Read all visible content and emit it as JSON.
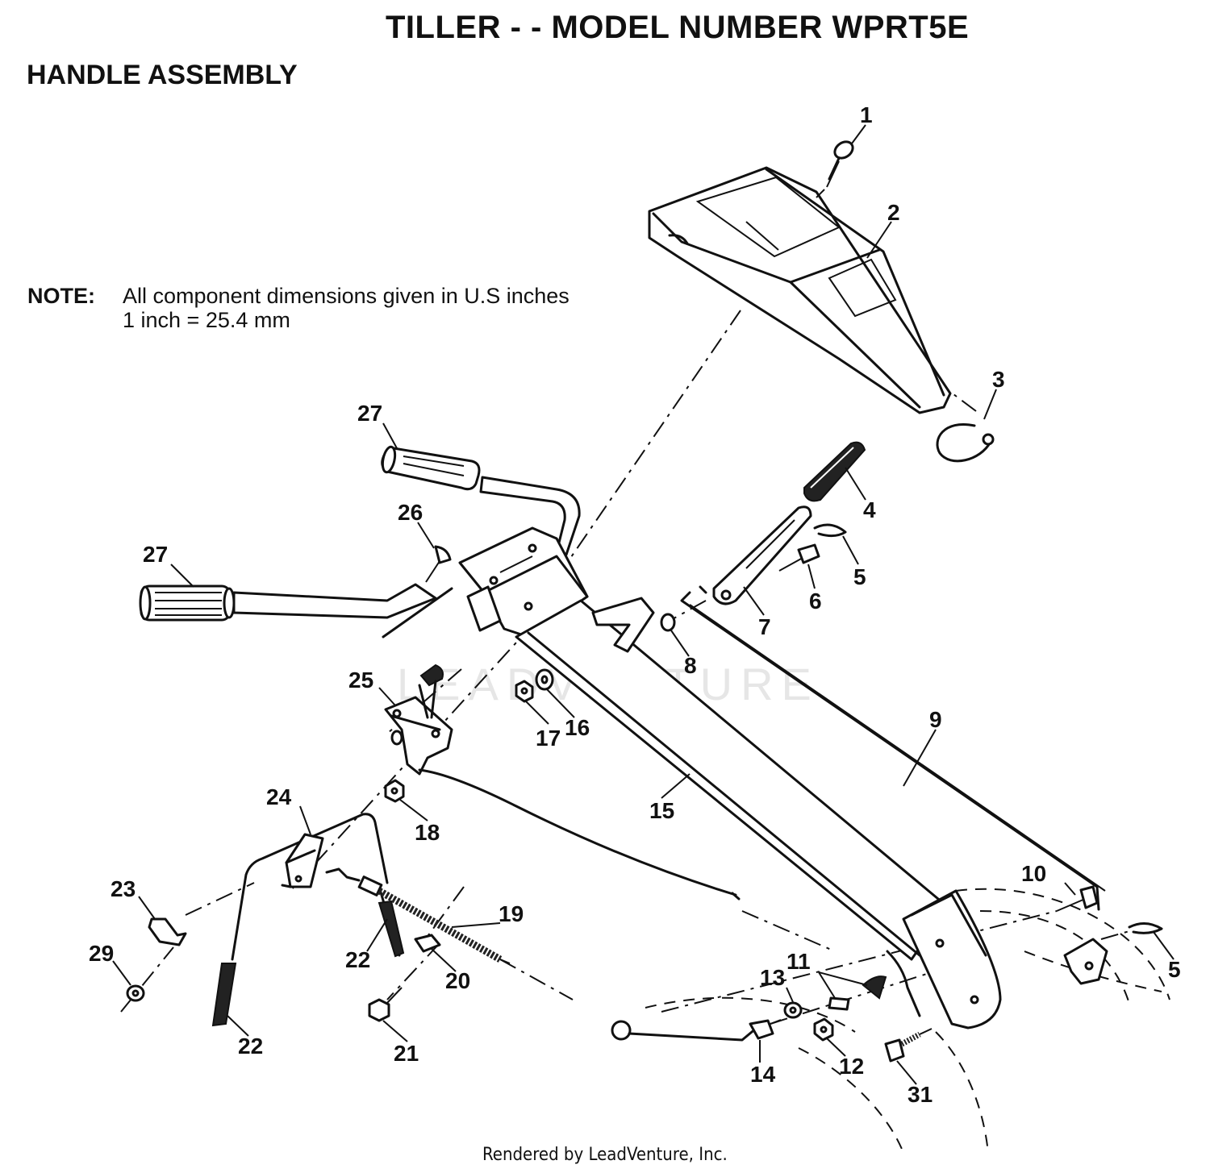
{
  "title": "TILLER - - MODEL NUMBER WPRT5E",
  "subtitle": "HANDLE ASSEMBLY",
  "note": {
    "label": "NOTE:",
    "line1": "All component dimensions given in U.S  inches",
    "line2": "1 inch = 25.4 mm"
  },
  "watermark": "LEADVENTURE",
  "footer": "Rendered by LeadVenture, Inc.",
  "callouts": [
    {
      "id": "c1",
      "text": "1"
    },
    {
      "id": "c2",
      "text": "2"
    },
    {
      "id": "c3",
      "text": "3"
    },
    {
      "id": "c4",
      "text": "4"
    },
    {
      "id": "c5a",
      "text": "5"
    },
    {
      "id": "c5b",
      "text": "5"
    },
    {
      "id": "c6",
      "text": "6"
    },
    {
      "id": "c7",
      "text": "7"
    },
    {
      "id": "c8",
      "text": "8"
    },
    {
      "id": "c9",
      "text": "9"
    },
    {
      "id": "c10",
      "text": "10"
    },
    {
      "id": "c11",
      "text": "11"
    },
    {
      "id": "c12",
      "text": "12"
    },
    {
      "id": "c13",
      "text": "13"
    },
    {
      "id": "c14",
      "text": "14"
    },
    {
      "id": "c15",
      "text": "15"
    },
    {
      "id": "c16",
      "text": "16"
    },
    {
      "id": "c17",
      "text": "17"
    },
    {
      "id": "c18",
      "text": "18"
    },
    {
      "id": "c19",
      "text": "19"
    },
    {
      "id": "c20",
      "text": "20"
    },
    {
      "id": "c21",
      "text": "21"
    },
    {
      "id": "c22a",
      "text": "22"
    },
    {
      "id": "c22b",
      "text": "22"
    },
    {
      "id": "c23",
      "text": "23"
    },
    {
      "id": "c24",
      "text": "24"
    },
    {
      "id": "c25",
      "text": "25"
    },
    {
      "id": "c26",
      "text": "26"
    },
    {
      "id": "c27a",
      "text": "27"
    },
    {
      "id": "c27b",
      "text": "27"
    },
    {
      "id": "c29",
      "text": "29"
    },
    {
      "id": "c31",
      "text": "31"
    }
  ]
}
